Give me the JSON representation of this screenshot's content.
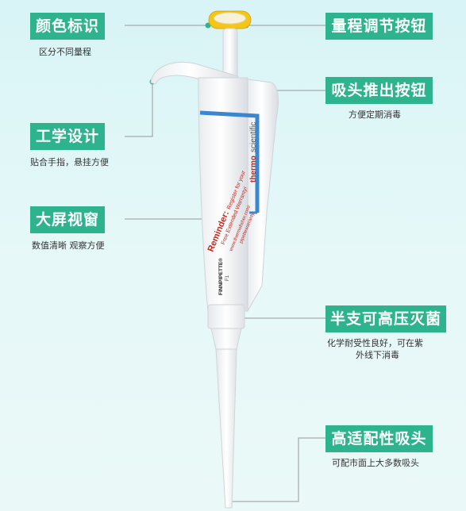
{
  "features_left": [
    {
      "title": "颜色标识",
      "desc": "区分不同量程"
    },
    {
      "title": "工学设计",
      "desc": "贴合手指，悬挂方便"
    },
    {
      "title": "大屏视窗",
      "desc": "数值清晰 观察方便"
    }
  ],
  "features_right": [
    {
      "title": "量程调节按钮",
      "desc": ""
    },
    {
      "title": "吸头推出按钮",
      "desc": "方便定期消毒"
    },
    {
      "title": "半支可高压灭菌",
      "desc_line1": "化学耐受性良好，可在紫",
      "desc_line2": "外线下消毒"
    },
    {
      "title": "高适配性吸头",
      "desc": "可配市面上大多数吸头"
    }
  ],
  "pipette": {
    "brand_1": "thermo",
    "brand_2": "scientific",
    "reminder_title": "Reminder:",
    "reminder_text_1": "Register for your",
    "reminder_text_2": "Free Extended Warranty!",
    "reminder_url_1": "www.thermofisher.com/",
    "reminder_url_2": "pipettewarranty",
    "model": "FINNPIPETTE®",
    "model_sub": "F1"
  },
  "colors": {
    "accent": "#2db48f",
    "cap": "#f5c518",
    "band": "#3a87d0"
  }
}
